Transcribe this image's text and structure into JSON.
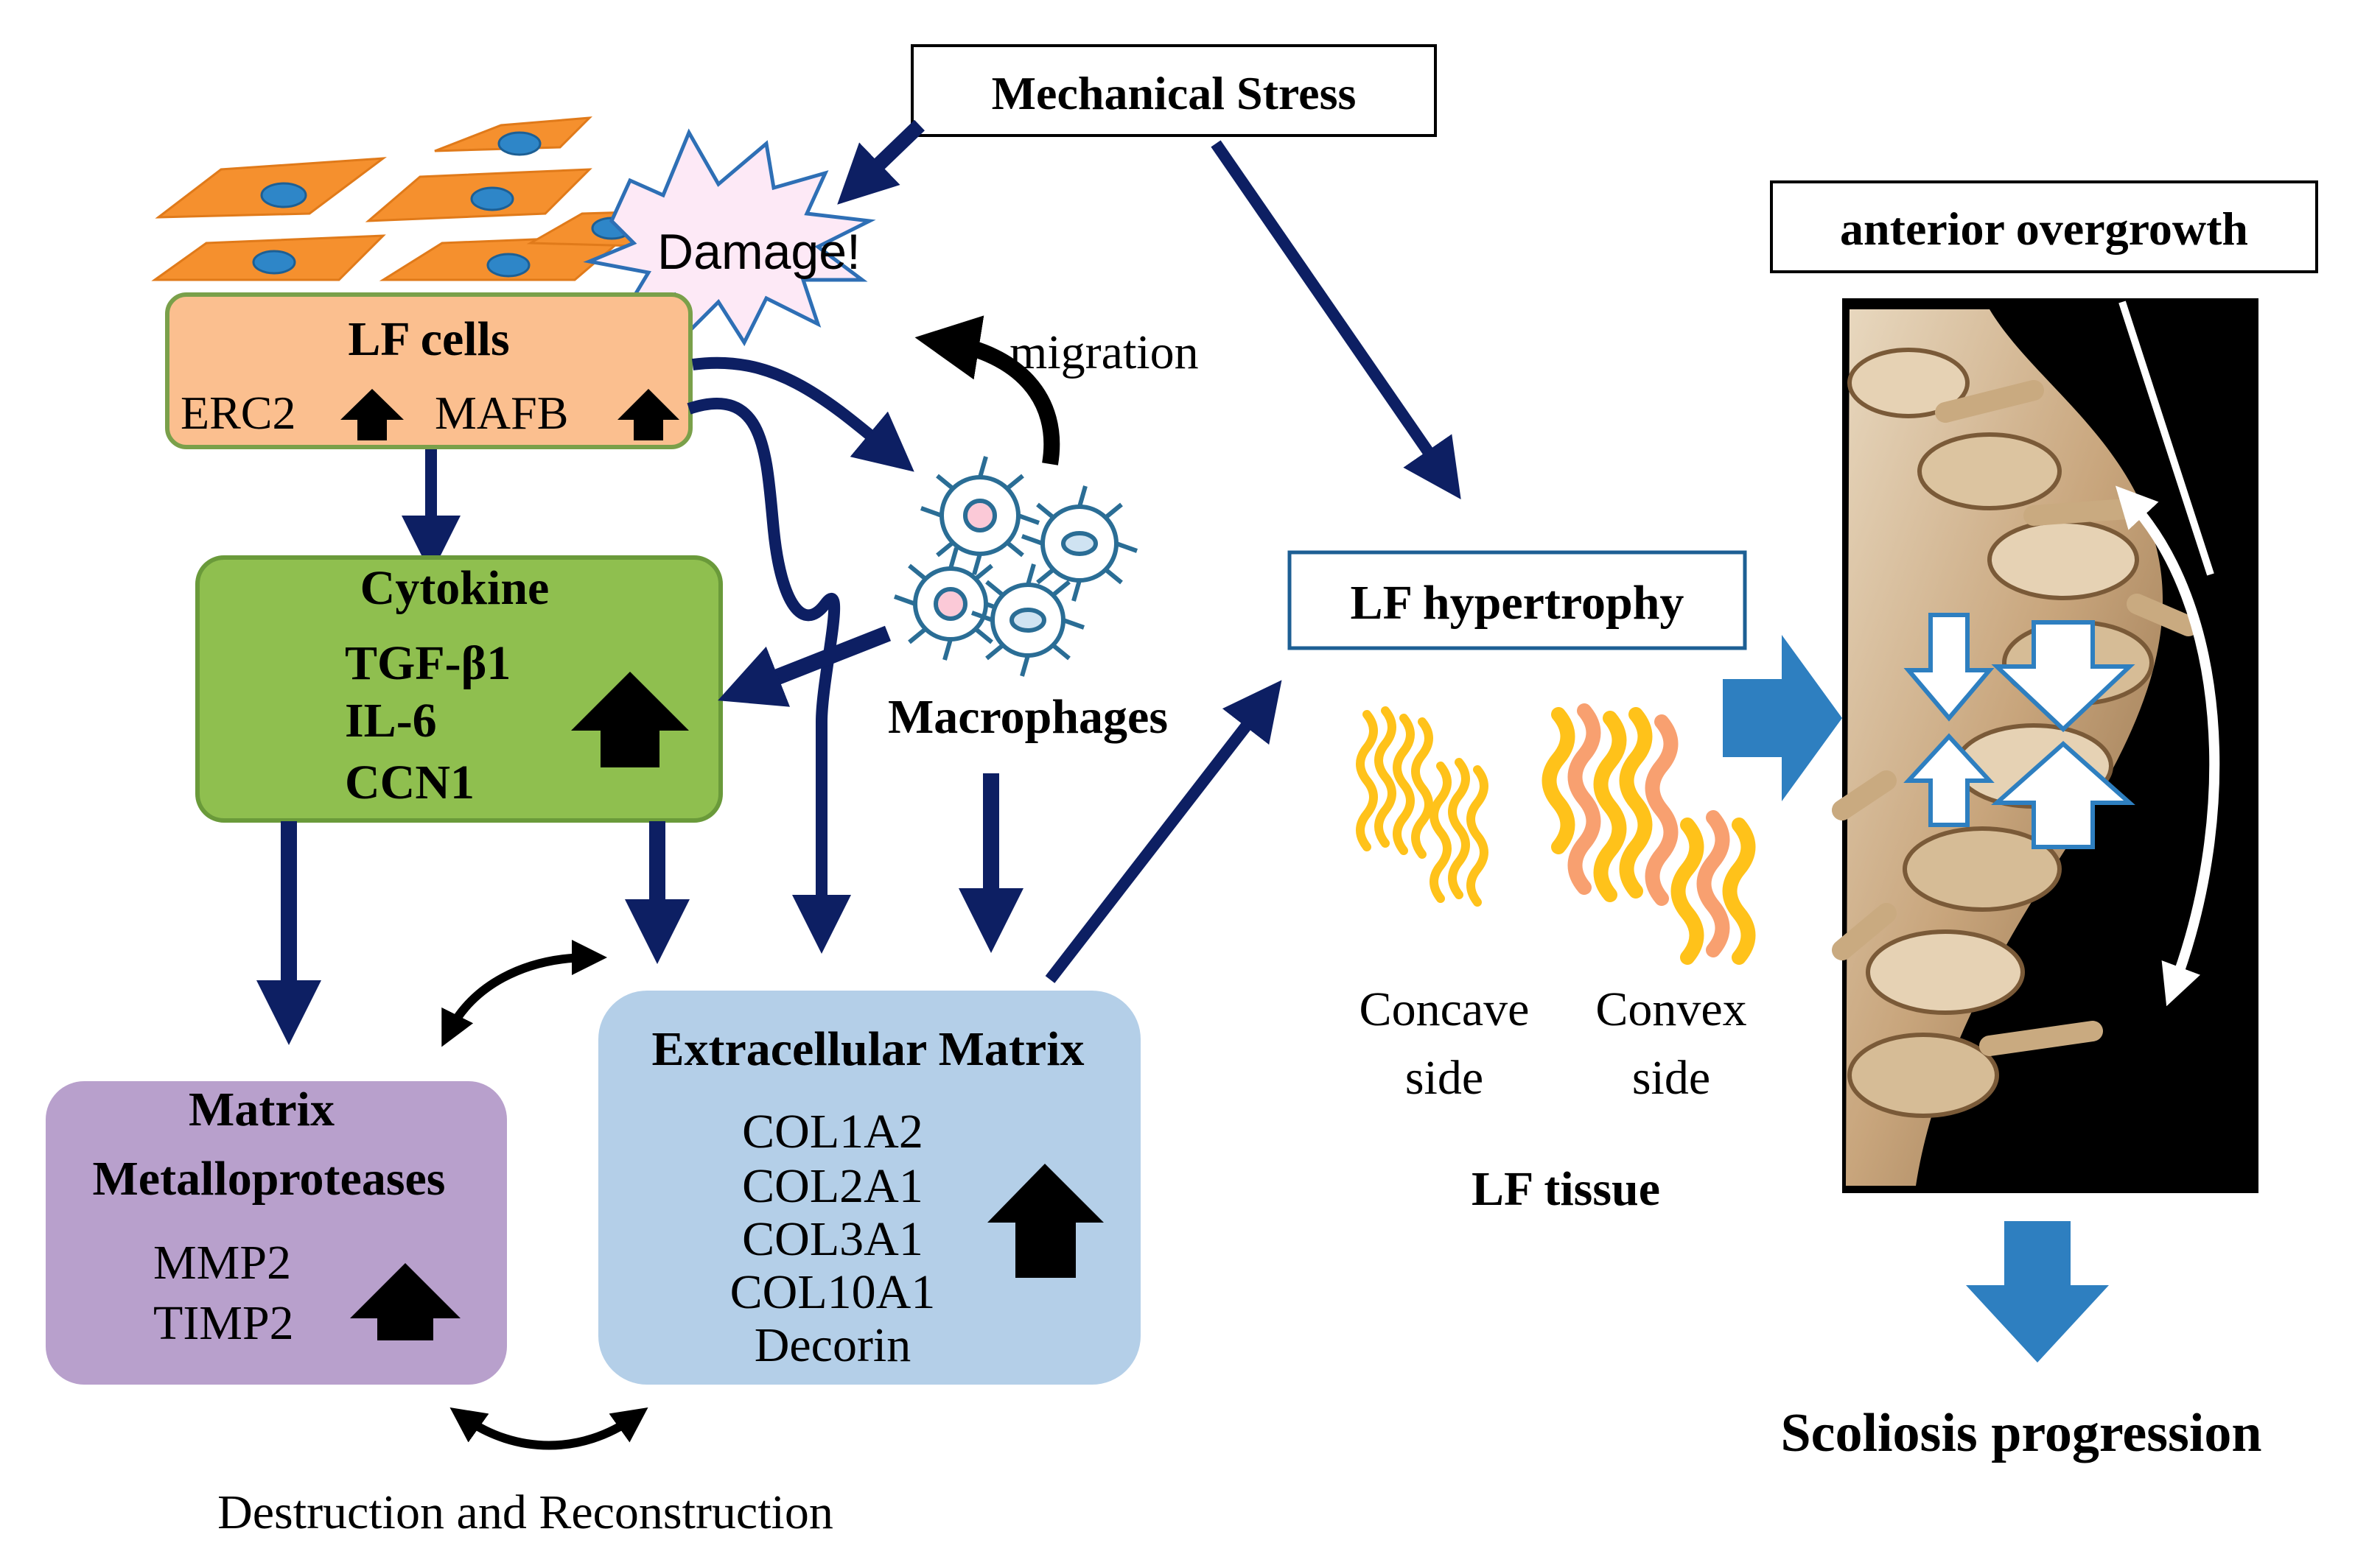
{
  "mechanical_stress": "Mechanical Stress",
  "damage": "Damage!",
  "migration": "migration",
  "lf_cells": {
    "title": "LF cells",
    "gene1": "ERC2",
    "gene2": "MAFB"
  },
  "cytokine": {
    "title": "Cytokine",
    "items": [
      "TGF-β1",
      "IL-6",
      "CCN1"
    ]
  },
  "macrophages": "Macrophages",
  "mmp": {
    "title_line1": "Matrix",
    "title_line2": "Metalloproteases",
    "items": [
      "MMP2",
      "TIMP2"
    ]
  },
  "ecm": {
    "title": "Extracellular Matrix",
    "items": [
      "COL1A2",
      "COL2A1",
      "COL3A1",
      "COL10A1",
      "Decorin"
    ]
  },
  "destruction": "Destruction and Reconstruction",
  "lf_hypertrophy": "LF hypertrophy",
  "concave": {
    "line1": "Concave",
    "line2": "side"
  },
  "convex": {
    "line1": "Convex",
    "line2": "side"
  },
  "lf_tissue": "LF tissue",
  "anterior_overgrowth": "anterior overgrowth",
  "scoliosis": "Scoliosis progression",
  "colors": {
    "arrow_navy": "#0d1f63",
    "lf_cells_fill": "#fbbf8f",
    "cytokine_fill": "#8fbf4f",
    "mmp_fill": "#b8a0cc",
    "ecm_fill": "#b4cfe8",
    "block_arrow": "#2e7fc0",
    "cell_orange": "#f5902e",
    "nucleus_blue": "#2e86c8",
    "fiber_yellow": "#ffc21a",
    "fiber_salmon": "#f8a070"
  }
}
